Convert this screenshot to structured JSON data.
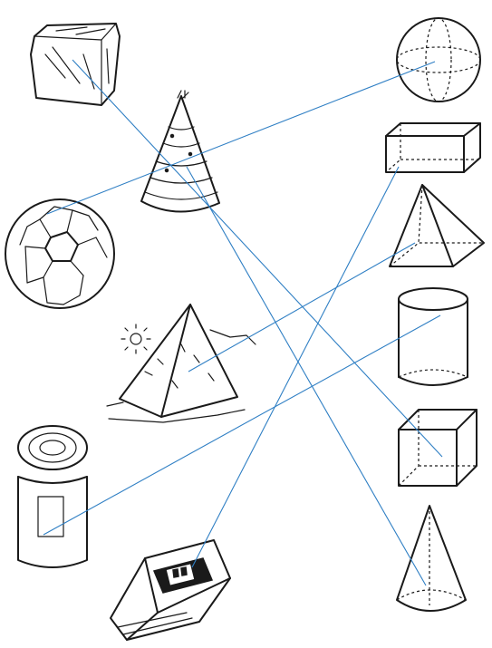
{
  "colors": {
    "ink": "#1a1a1a",
    "background": "#ffffff",
    "match_line": "#2f7fc4"
  },
  "left_objects": [
    {
      "id": "ice-cube",
      "icon": "ice-cube-icon"
    },
    {
      "id": "party-hat",
      "icon": "party-hat-icon"
    },
    {
      "id": "soccer-ball",
      "icon": "soccer-ball-icon"
    },
    {
      "id": "desert-pyramid",
      "icon": "pyramid-landmark-icon"
    },
    {
      "id": "tin-can",
      "icon": "tin-can-icon"
    },
    {
      "id": "book",
      "icon": "book-icon"
    }
  ],
  "right_shapes": [
    {
      "id": "sphere",
      "icon": "sphere-icon"
    },
    {
      "id": "rectangular-prism",
      "icon": "rectangular-prism-icon"
    },
    {
      "id": "square-pyramid",
      "icon": "square-pyramid-icon"
    },
    {
      "id": "cylinder",
      "icon": "cylinder-icon"
    },
    {
      "id": "cube",
      "icon": "cube-icon"
    },
    {
      "id": "cone",
      "icon": "cone-icon"
    }
  ],
  "matches": [
    {
      "from": "ice-cube",
      "to": "cube"
    },
    {
      "from": "party-hat",
      "to": "cone"
    },
    {
      "from": "soccer-ball",
      "to": "sphere"
    },
    {
      "from": "desert-pyramid",
      "to": "square-pyramid"
    },
    {
      "from": "tin-can",
      "to": "cylinder"
    },
    {
      "from": "book",
      "to": "rectangular-prism"
    }
  ]
}
